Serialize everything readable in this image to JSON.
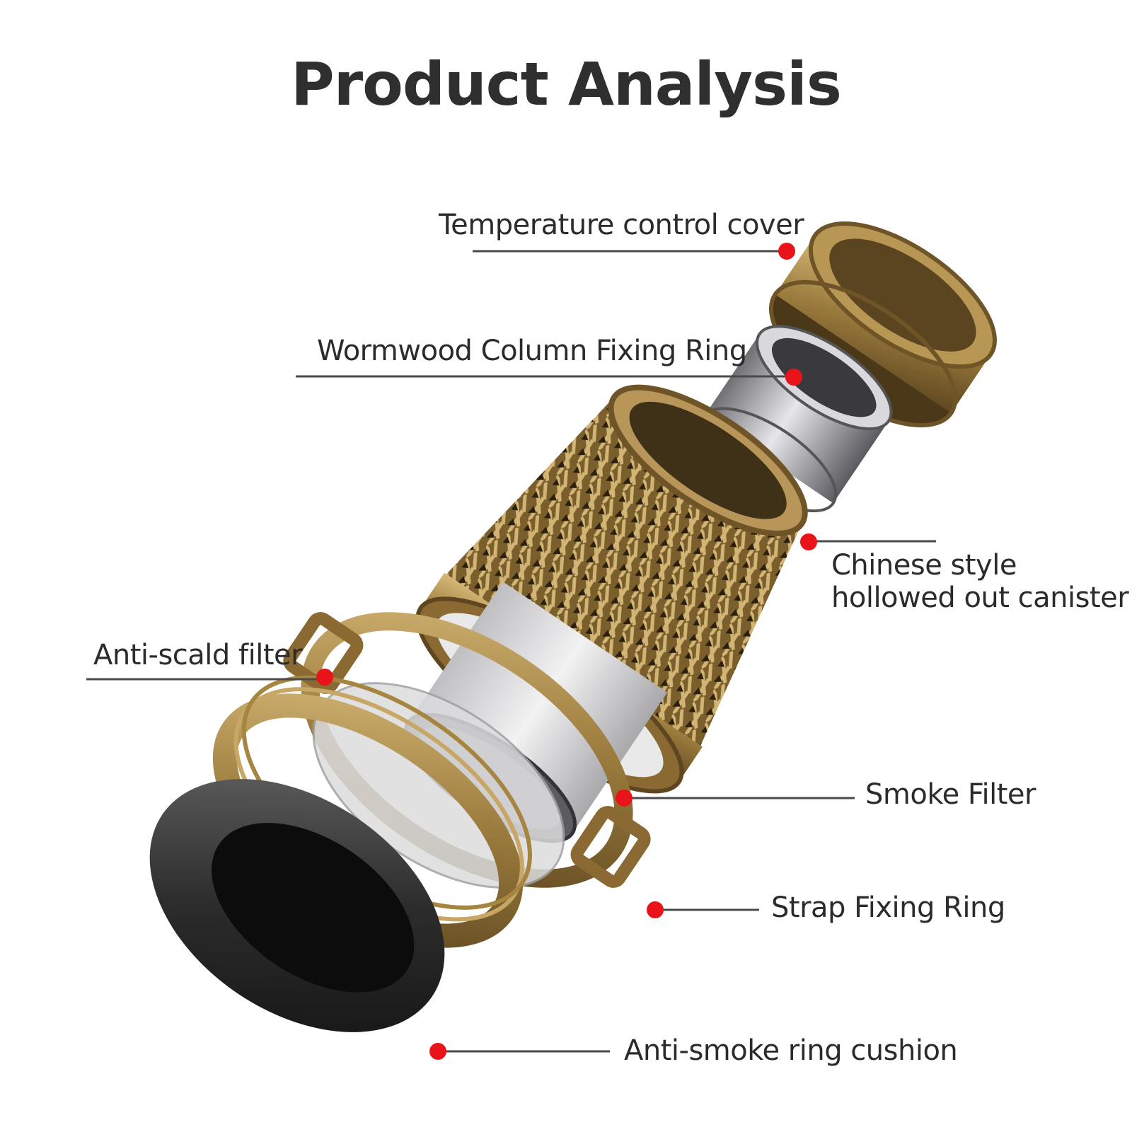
{
  "title": "Product Analysis",
  "colors": {
    "bronze": "#9a7a3c",
    "bronze_light": "#c9a866",
    "bronze_dark": "#5e4720",
    "marker": "#e8141a",
    "leader": "#4a4a4a",
    "cushion": "#2a2a2a",
    "filter": "#d8d8d8",
    "steel": "#b8b8bc"
  },
  "labels": {
    "temperature_control_cover": "Temperature control cover",
    "wormwood_column_fixing_ring": "Wormwood Column Fixing Ring",
    "canister_line1": "Chinese style",
    "canister_line2": "hollowed out canister",
    "anti_scald_filter": "Anti-scald filter",
    "smoke_filter": "Smoke Filter",
    "strap_fixing_ring": "Strap Fixing Ring",
    "anti_smoke_ring_cushion": "Anti-smoke ring cushion"
  }
}
